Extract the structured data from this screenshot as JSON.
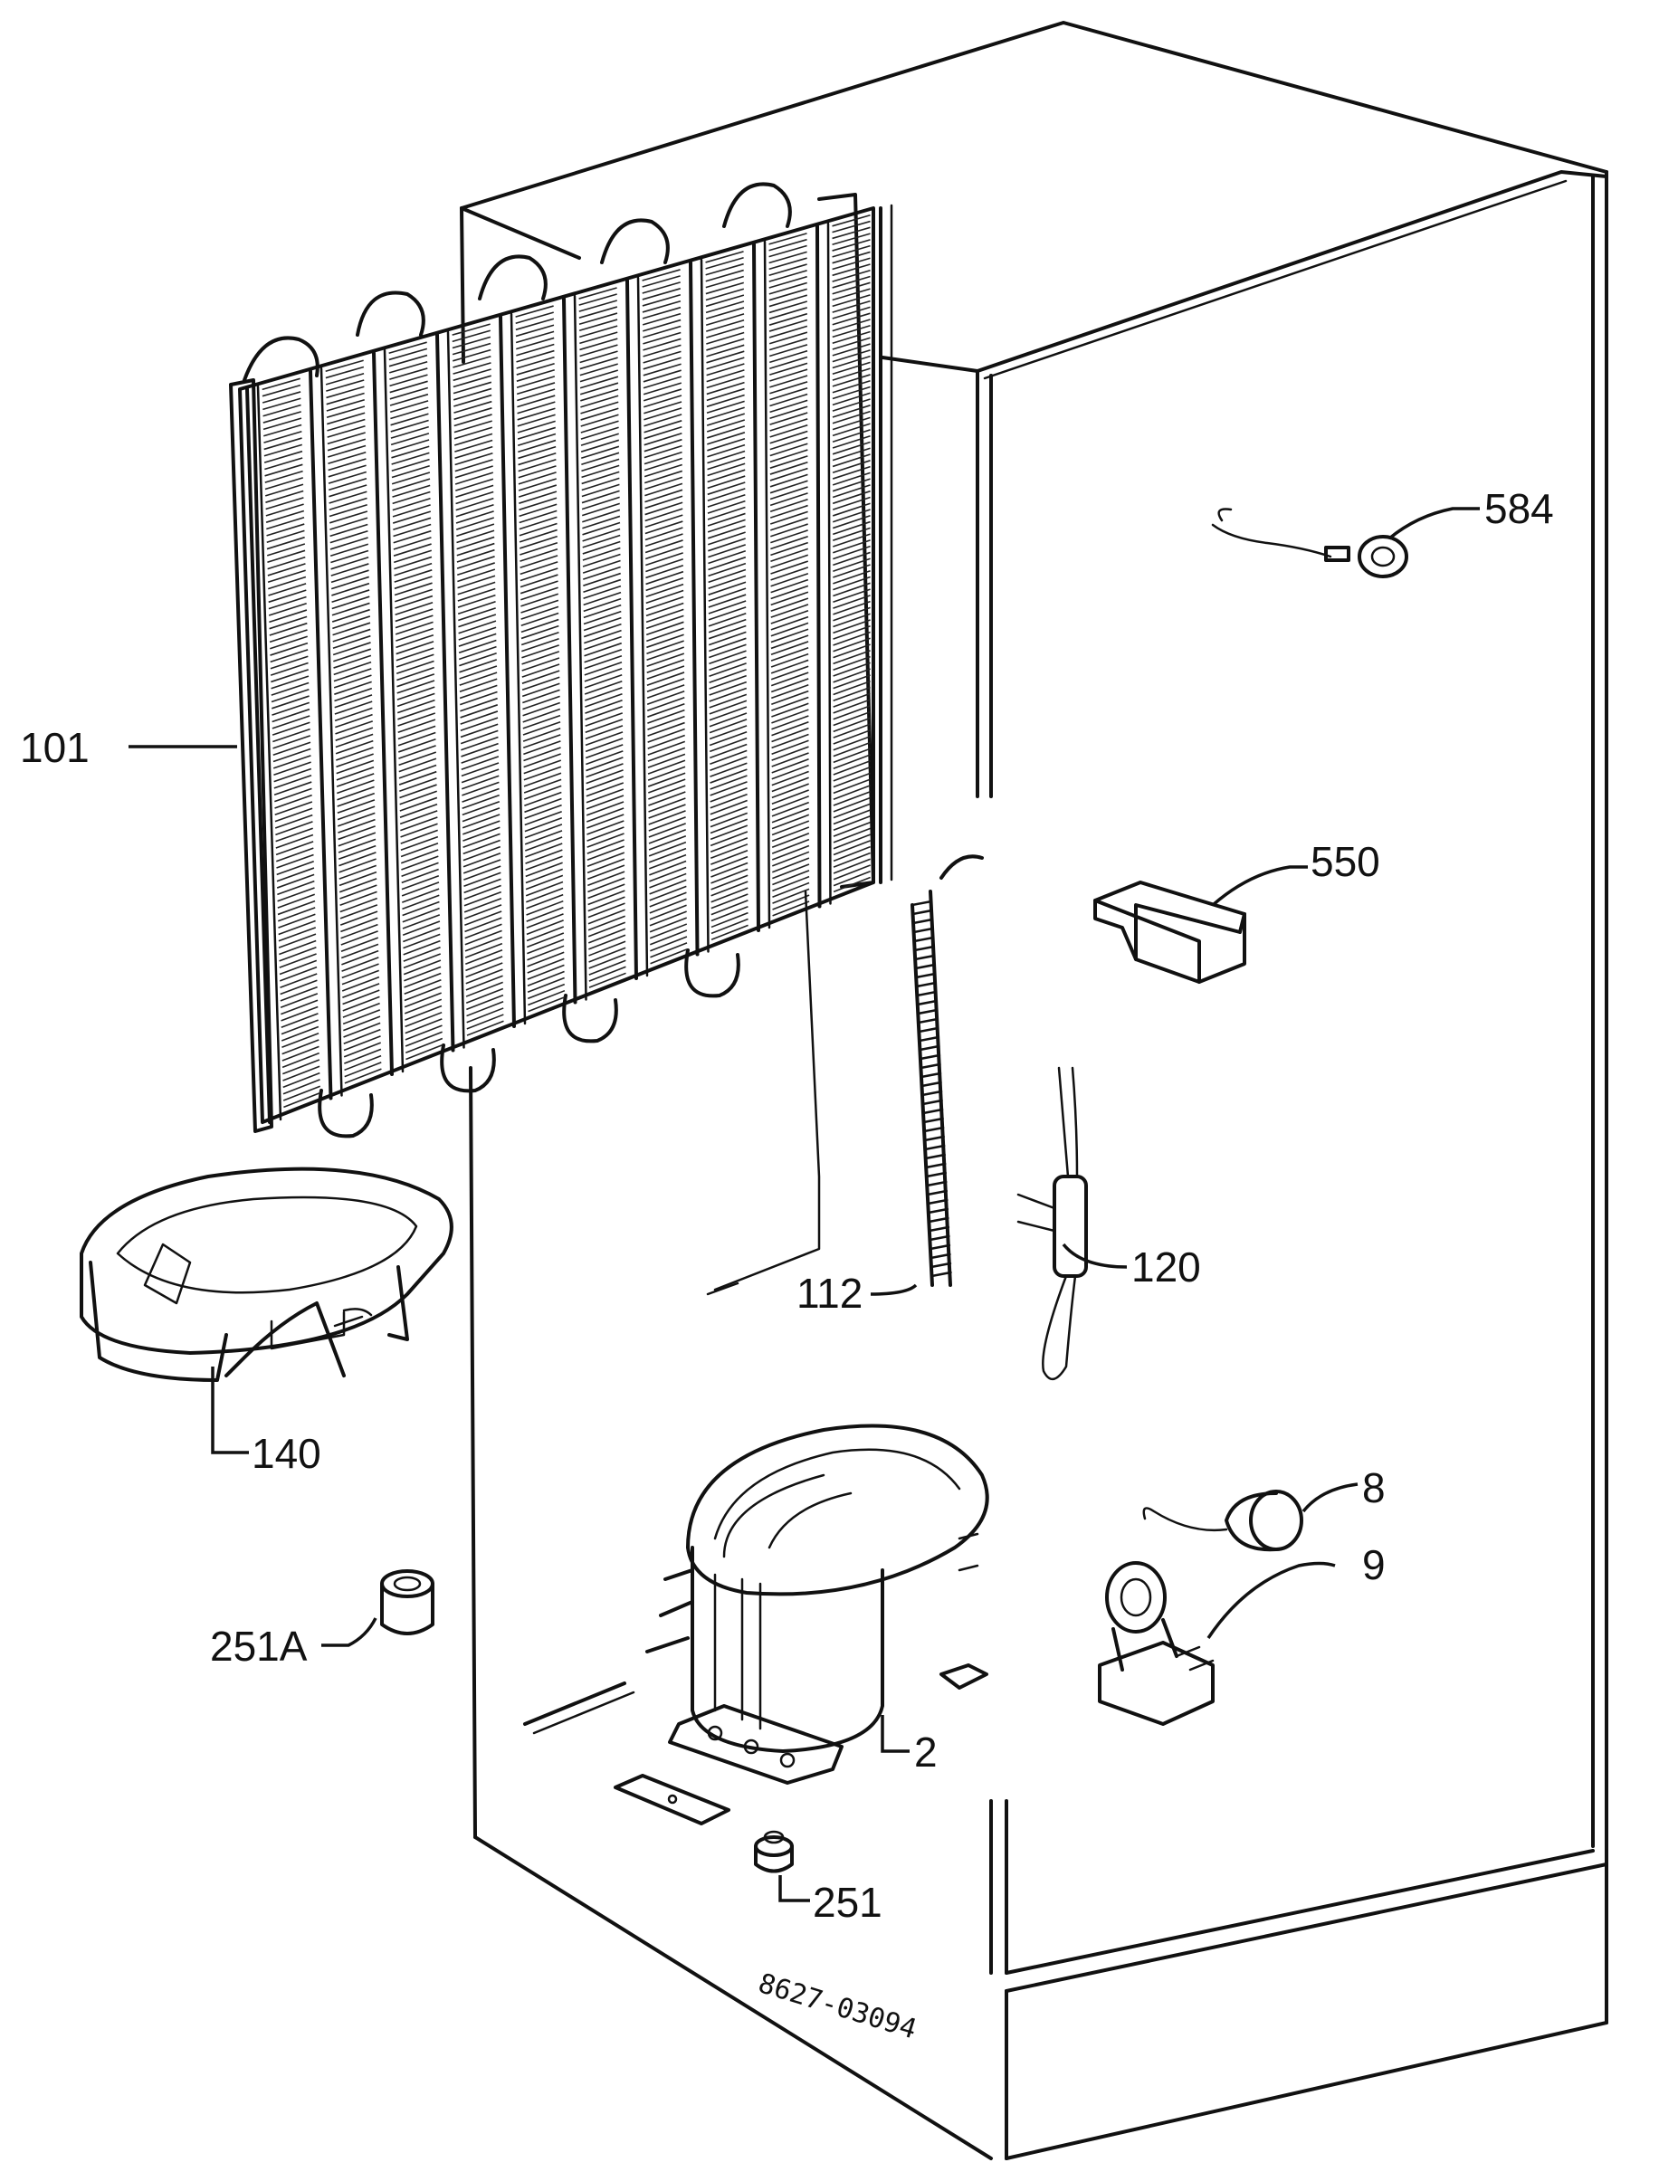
{
  "diagram": {
    "callouts": [
      {
        "id": "101",
        "text": "101"
      },
      {
        "id": "584",
        "text": "584"
      },
      {
        "id": "550",
        "text": "550"
      },
      {
        "id": "112",
        "text": "112"
      },
      {
        "id": "120",
        "text": "120"
      },
      {
        "id": "140",
        "text": "140"
      },
      {
        "id": "8",
        "text": "8"
      },
      {
        "id": "9",
        "text": "9"
      },
      {
        "id": "251A",
        "text": "251A"
      },
      {
        "id": "2",
        "text": "2"
      },
      {
        "id": "251",
        "text": "251"
      }
    ],
    "drawing_number": "8627-03094",
    "colors": {
      "ink": "#111111",
      "paper": "#ffffff"
    }
  }
}
